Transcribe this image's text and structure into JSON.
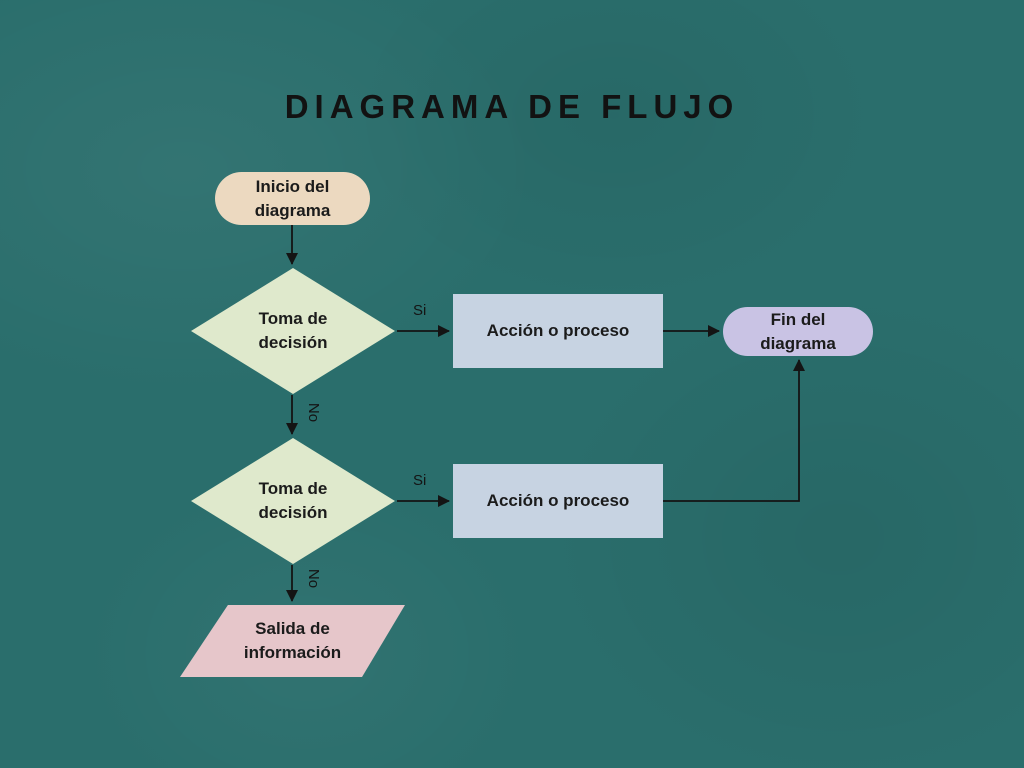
{
  "title": "DIAGRAMA DE FLUJO",
  "palette": {
    "background": "#2a6e6c",
    "terminator_start": "#ecd9c0",
    "decision": "#dfe9cc",
    "process": "#c7d3e2",
    "terminator_end": "#c9c3e4",
    "output": "#e6c6ca",
    "connector": "#141414",
    "text": "#1b1b1b"
  },
  "nodes": {
    "start": {
      "label": "Inicio del diagrama",
      "shape": "terminator"
    },
    "decision1": {
      "label": "Toma de decisión",
      "shape": "diamond"
    },
    "process1": {
      "label": "Acción o proceso",
      "shape": "rectangle"
    },
    "end": {
      "label": "Fin del diagrama",
      "shape": "terminator"
    },
    "decision2": {
      "label": "Toma de decisión",
      "shape": "diamond"
    },
    "process2": {
      "label": "Acción o proceso",
      "shape": "rectangle"
    },
    "output": {
      "label": "Salida de información",
      "shape": "parallelogram"
    }
  },
  "edge_labels": {
    "decision1_yes": "Si",
    "decision1_no": "No",
    "decision2_yes": "Si",
    "decision2_no": "No"
  }
}
